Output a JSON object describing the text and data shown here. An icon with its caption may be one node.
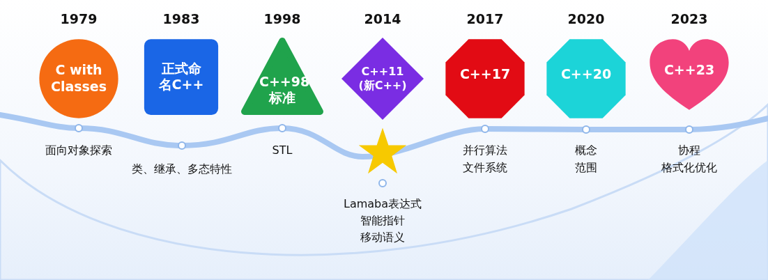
{
  "diagram": {
    "nodes": [
      {
        "text": [
          "C with Classes"
        ],
        "beside": [
          "1979"
        ]
      },
      {
        "text": [
          "正式命名C++"
        ],
        "beside": [
          "1983"
        ]
      },
      {
        "text": [
          "C++98标准"
        ],
        "beside": [
          "1998"
        ]
      },
      {
        "text": [
          "C++11 (新C++)"
        ],
        "beside": [
          "2014"
        ]
      },
      {
        "text": [
          "C++17"
        ],
        "beside": [
          "2017"
        ]
      },
      {
        "text": [
          "C++20"
        ],
        "beside": [
          "2020"
        ]
      },
      {
        "text": [
          "C++23"
        ],
        "beside": [
          "2023"
        ]
      },
      {
        "text": [],
        "shape": "star"
      }
    ],
    "edges": [],
    "labels": [
      "面向对象探索",
      "类、继承、多态特性",
      "STL",
      "Lamaba表达式",
      "智能指针",
      "移动语义",
      "并行算法",
      "文件系统",
      "概念",
      "范围",
      "协程",
      "格式化优化"
    ]
  }
}
